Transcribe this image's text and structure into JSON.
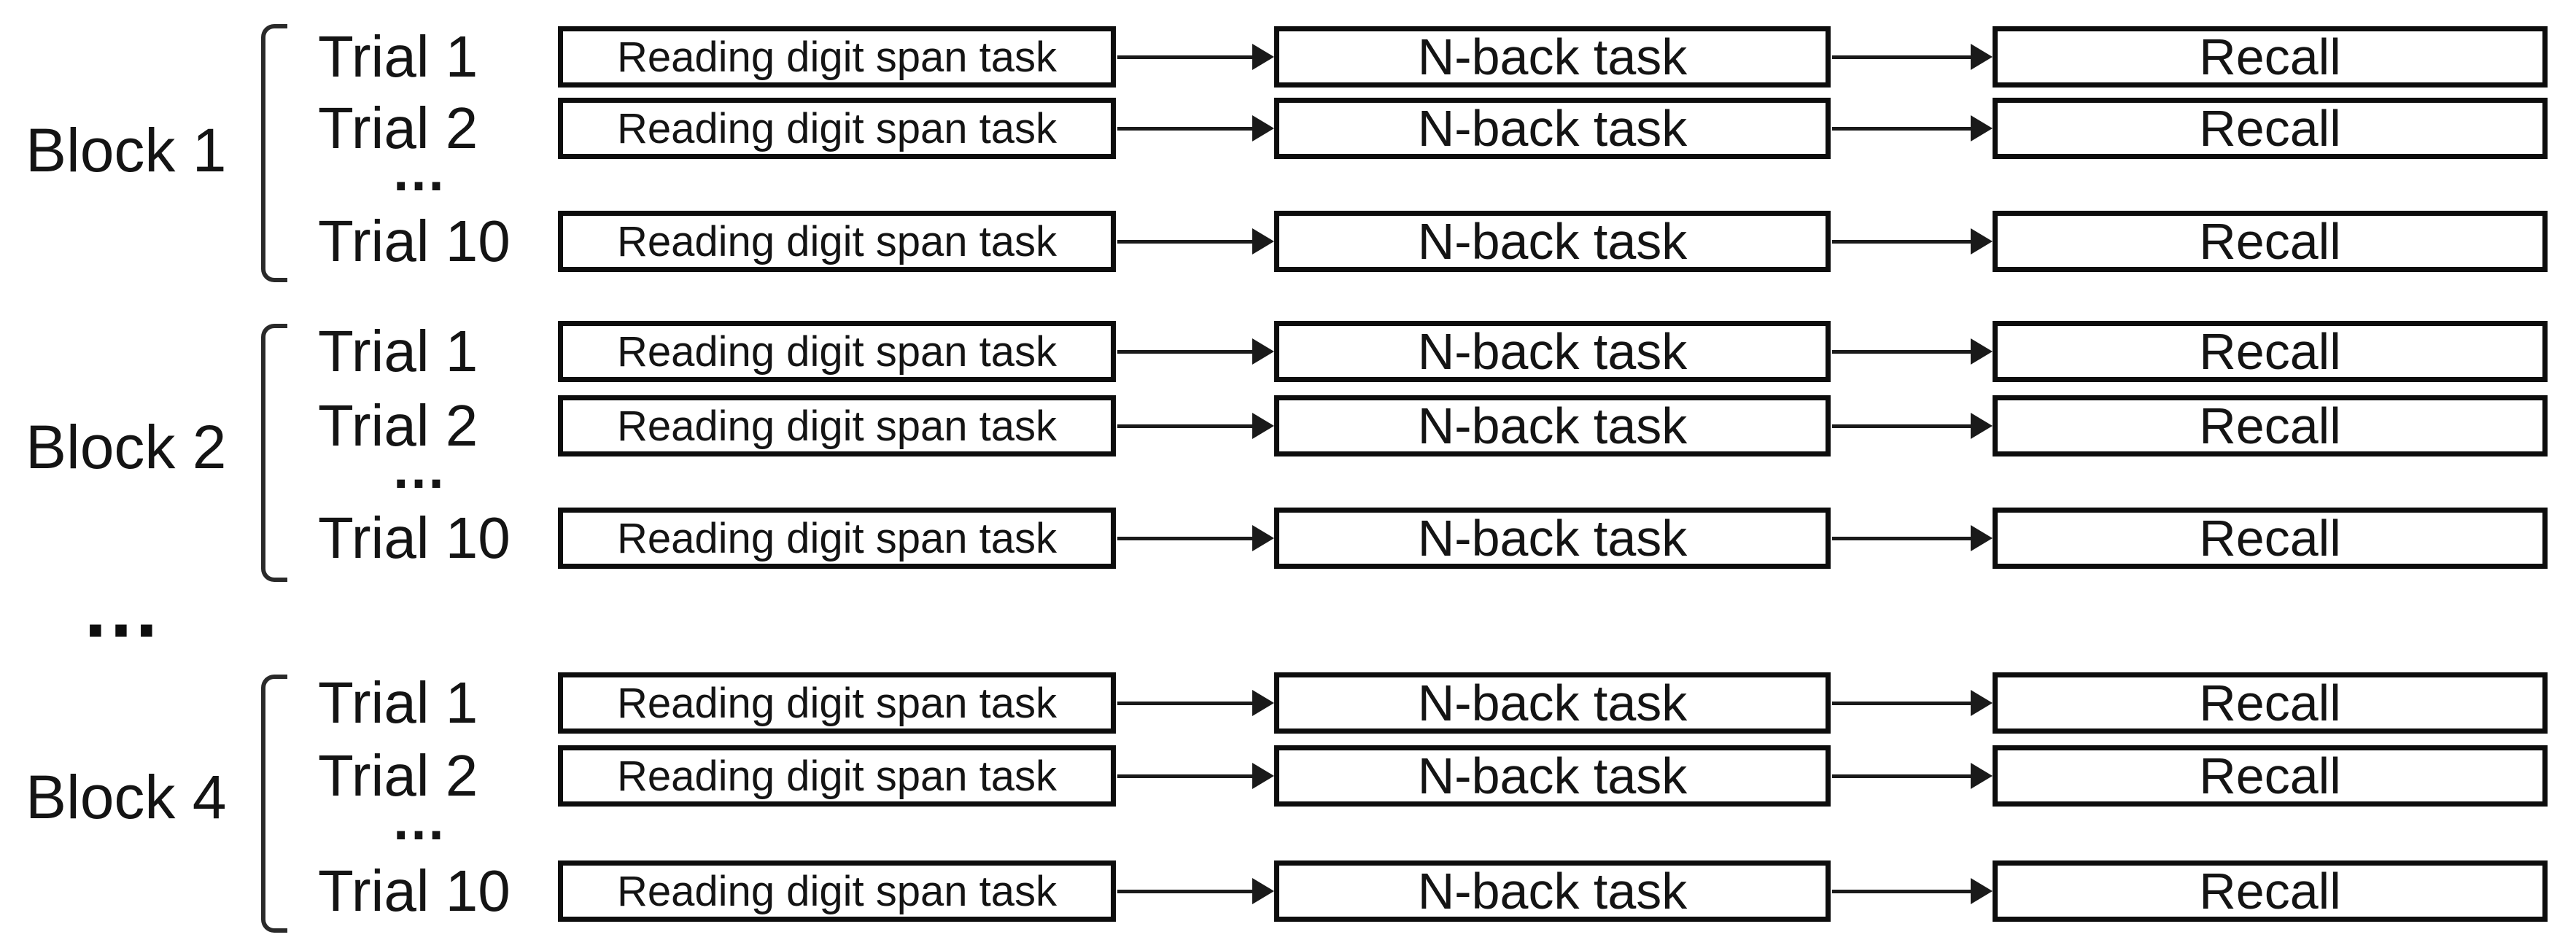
{
  "palette": {
    "background": "#ffffff",
    "ink": "#141414",
    "border": "#0d0d0d"
  },
  "icons": {
    "connector": "right-arrow",
    "group": "left-square-bracket"
  },
  "steps": [
    {
      "label": "Reading digit span task"
    },
    {
      "label": "N-back task"
    },
    {
      "label": "Recall"
    }
  ],
  "blocks": [
    {
      "label": "Block 1",
      "trials": [
        {
          "label": "Trial 1"
        },
        {
          "label": "Trial 2"
        },
        {
          "label": "Trial 10"
        }
      ],
      "trial_ellipsis": "…"
    },
    {
      "label": "Block 2",
      "trials": [
        {
          "label": "Trial 1"
        },
        {
          "label": "Trial 2"
        },
        {
          "label": "Trial 10"
        }
      ],
      "trial_ellipsis": "…"
    },
    {
      "label": "Block 4",
      "trials": [
        {
          "label": "Trial 1"
        },
        {
          "label": "Trial 2"
        },
        {
          "label": "Trial 10"
        }
      ],
      "trial_ellipsis": "…"
    }
  ],
  "blocks_ellipsis": "…"
}
